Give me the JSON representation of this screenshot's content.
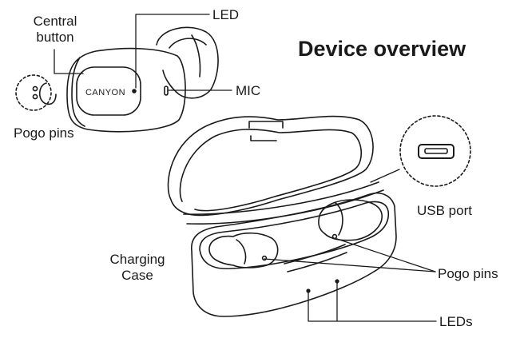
{
  "title": "Device overview",
  "labels": {
    "central_button_line1": "Central",
    "central_button_line2": "button",
    "led": "LED",
    "mic": "MIC",
    "pogo_pins_earbud": "Pogo pins",
    "usb_port": "USB port",
    "charging_case_line1": "Charging",
    "charging_case_line2": "Case",
    "pogo_pins_case": "Pogo pins",
    "leds": "LEDs"
  },
  "brand_logo_text": "CANYON"
}
